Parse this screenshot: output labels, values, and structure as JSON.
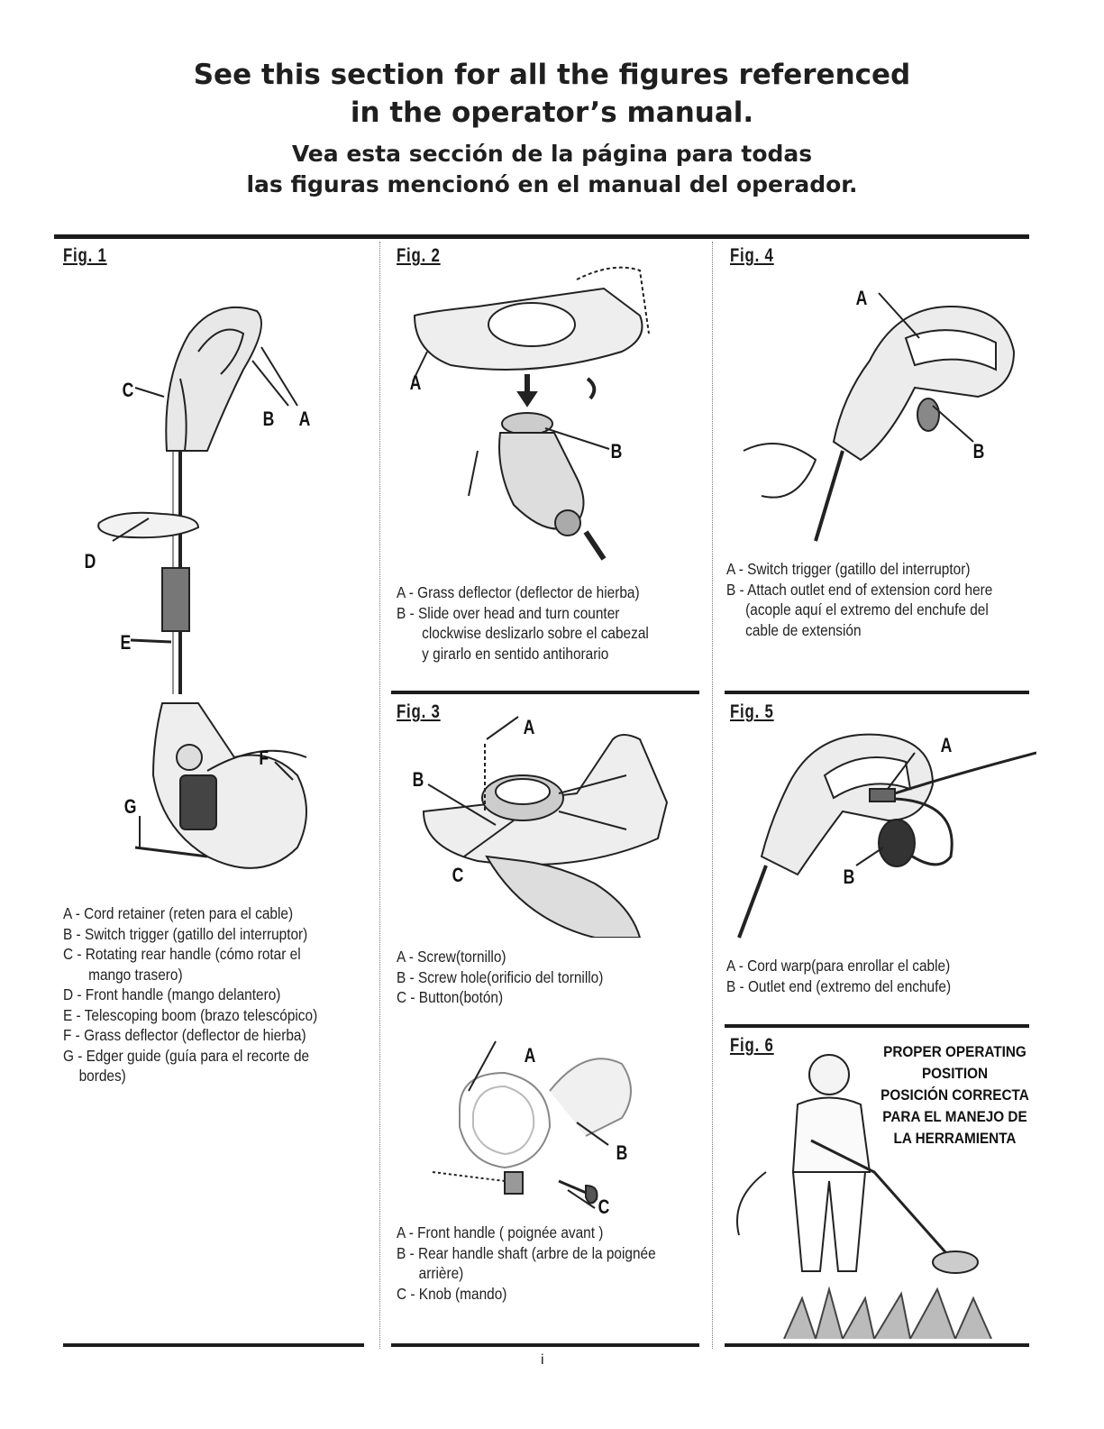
{
  "header": {
    "title_en_line1": "See this section for all the figures referenced",
    "title_en_line2": "in the operator’s manual.",
    "title_es_line1": "Vea esta sección de la página para todas",
    "title_es_line2": "las figuras mencionó en el manual del operador."
  },
  "fig1": {
    "label": "Fig. 1",
    "callouts": {
      "a": "A",
      "b": "B",
      "c": "C",
      "d": "D",
      "e": "E",
      "f": "F",
      "g": "G"
    },
    "legend": [
      "A - Cord retainer (reten para el cable)",
      "B - Switch trigger (gatillo del interruptor)",
      "C - Rotating rear handle (cómo rotar el",
      "mango trasero)",
      "D - Front handle (mango delantero)",
      "E - Telescoping boom (brazo telescópico)",
      "F - Grass deflector (deflector de hierba)",
      "G - Edger guide (guía para el recorte de",
      "bordes)"
    ]
  },
  "fig2": {
    "label": "Fig. 2",
    "callouts": {
      "a": "A",
      "b": "B"
    },
    "legend": [
      "A - Grass deflector (deflector de hierba)",
      "B - Slide over head and turn counter",
      "clockwise   deslizarlo sobre el cabezal",
      "y girarlo en sentido antihorario"
    ]
  },
  "fig3": {
    "label": "Fig. 3",
    "callouts": {
      "a": "A",
      "b": "B",
      "c": "C"
    },
    "legend": [
      "A - Screw(tornillo)",
      "B - Screw hole(orificio del tornillo)",
      "C - Button(botón)"
    ]
  },
  "fig3b": {
    "callouts": {
      "a": "A",
      "b": "B",
      "c": "C"
    },
    "legend": [
      "A - Front handle  (  poignée avant )",
      "B - Rear handle shaft (arbre de la poignée",
      "arrière)",
      "C - Knob (mando)"
    ]
  },
  "fig4": {
    "label": "Fig. 4",
    "callouts": {
      "a": "A",
      "b": "B"
    },
    "legend": [
      "A - Switch trigger (gatillo del interruptor)",
      "B - Attach outlet end of extension cord here",
      "(acople aquí el extremo del enchufe del",
      "cable de extensión"
    ]
  },
  "fig5": {
    "label": "Fig. 5",
    "callouts": {
      "a": "A",
      "b": "B"
    },
    "legend": [
      "A - Cord warp(para enrollar el cable)",
      "B - Outlet end (extremo del enchufe)"
    ]
  },
  "fig6": {
    "label": "Fig. 6",
    "text": [
      "PROPER OPERATING",
      "POSITION",
      "POSICIÓN CORRECTA",
      "PARA EL MANEJO DE",
      "LA HERRAMIENTA"
    ]
  },
  "page_number": "i"
}
